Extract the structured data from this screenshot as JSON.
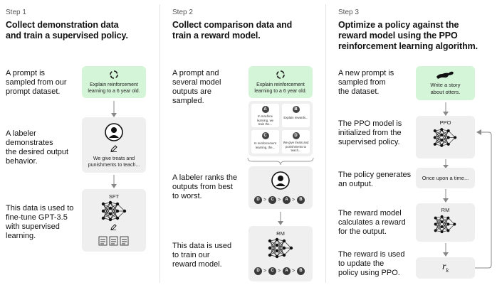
{
  "step1": {
    "step": "Step 1",
    "heading_l1": "Collect demonstration data",
    "heading_l2": "and train a supervised policy.",
    "desc1": [
      "A prompt is",
      "sampled from our",
      "prompt dataset."
    ],
    "desc2": [
      "A labeler",
      "demonstrates",
      "the desired output",
      "behavior."
    ],
    "desc3": [
      "This data is used to",
      "fine-tune GPT-3.5",
      "with supervised",
      "learning."
    ],
    "prompt_text": [
      "Explain reinforcement",
      "learning to a 6 year old."
    ],
    "labeler_text": [
      "We give treats and",
      "punishments to teach..."
    ],
    "model_label": "SFT"
  },
  "step2": {
    "step": "Step 2",
    "heading_l1": "Collect comparison data and",
    "heading_l2": "train a reward model.",
    "desc1": [
      "A prompt and",
      "several model",
      "outputs are",
      "sampled."
    ],
    "desc2": [
      "A labeler ranks the",
      "outputs from best",
      "to worst."
    ],
    "desc3": [
      "This data is used",
      "to train our",
      "reward model."
    ],
    "prompt_text": [
      "Explain reinforcement",
      "learning to a 6 year old."
    ],
    "outputs": [
      {
        "letter": "A",
        "text": [
          "In machine",
          "learning, we",
          "train the..."
        ]
      },
      {
        "letter": "B",
        "text": [
          "Explain rewards..."
        ]
      },
      {
        "letter": "C",
        "text": [
          "In reinforcement",
          "learning, the..."
        ]
      },
      {
        "letter": "D",
        "text": [
          "We give treats and",
          "punishments to",
          "teach..."
        ]
      }
    ],
    "ranking": [
      "D",
      "C",
      "A",
      "B"
    ],
    "model_label": "RM"
  },
  "step3": {
    "step": "Step 3",
    "heading_l1": "Optimize a policy against the",
    "heading_l2": "reward model using the PPO",
    "heading_l3": "reinforcement learning algorithm.",
    "desc1": [
      "A new prompt is",
      "sampled from",
      "the dataset."
    ],
    "desc2": [
      "The PPO model is",
      "initialized from the",
      "supervised policy."
    ],
    "desc3": [
      "The policy generates",
      "an output."
    ],
    "desc4": [
      "The reward model",
      "calculates a reward",
      "for the output."
    ],
    "desc5": [
      "The reward is used",
      "to update the",
      "policy using PPO."
    ],
    "prompt_text": [
      "Write a story",
      "about otters."
    ],
    "ppo_label": "PPO",
    "output_text": "Once upon a time...",
    "rm_label": "RM",
    "reward_symbol": "r",
    "reward_sub": "k"
  },
  "colors": {
    "green_box": "#d5f5d8",
    "gray_box": "#efefef",
    "divider": "#e3e3e3"
  },
  "icons": [
    "recycle-arrows-icon",
    "user-icon",
    "pencil-icon",
    "document-icon",
    "neural-network-icon",
    "otter-icon",
    "arrow-down-icon",
    "feedback-loop-arrow"
  ]
}
